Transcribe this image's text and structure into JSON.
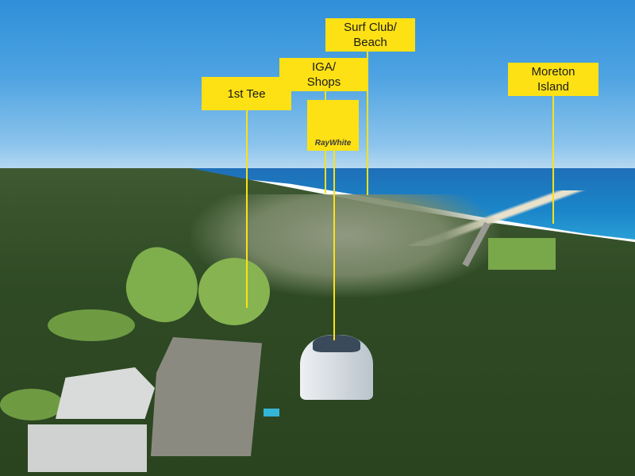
{
  "labels": {
    "first_tee": "1st Tee",
    "iga_shops": {
      "line1": "IGA/",
      "line2": "Shops"
    },
    "surf_club": {
      "line1": "Surf Club/",
      "line2": "Beach"
    },
    "moreton": {
      "line1": "Moreton",
      "line2": "Island"
    },
    "brand": "RayWhite"
  },
  "colors": {
    "label_yellow": "#fde115",
    "label_text": "#1b1b1b"
  }
}
